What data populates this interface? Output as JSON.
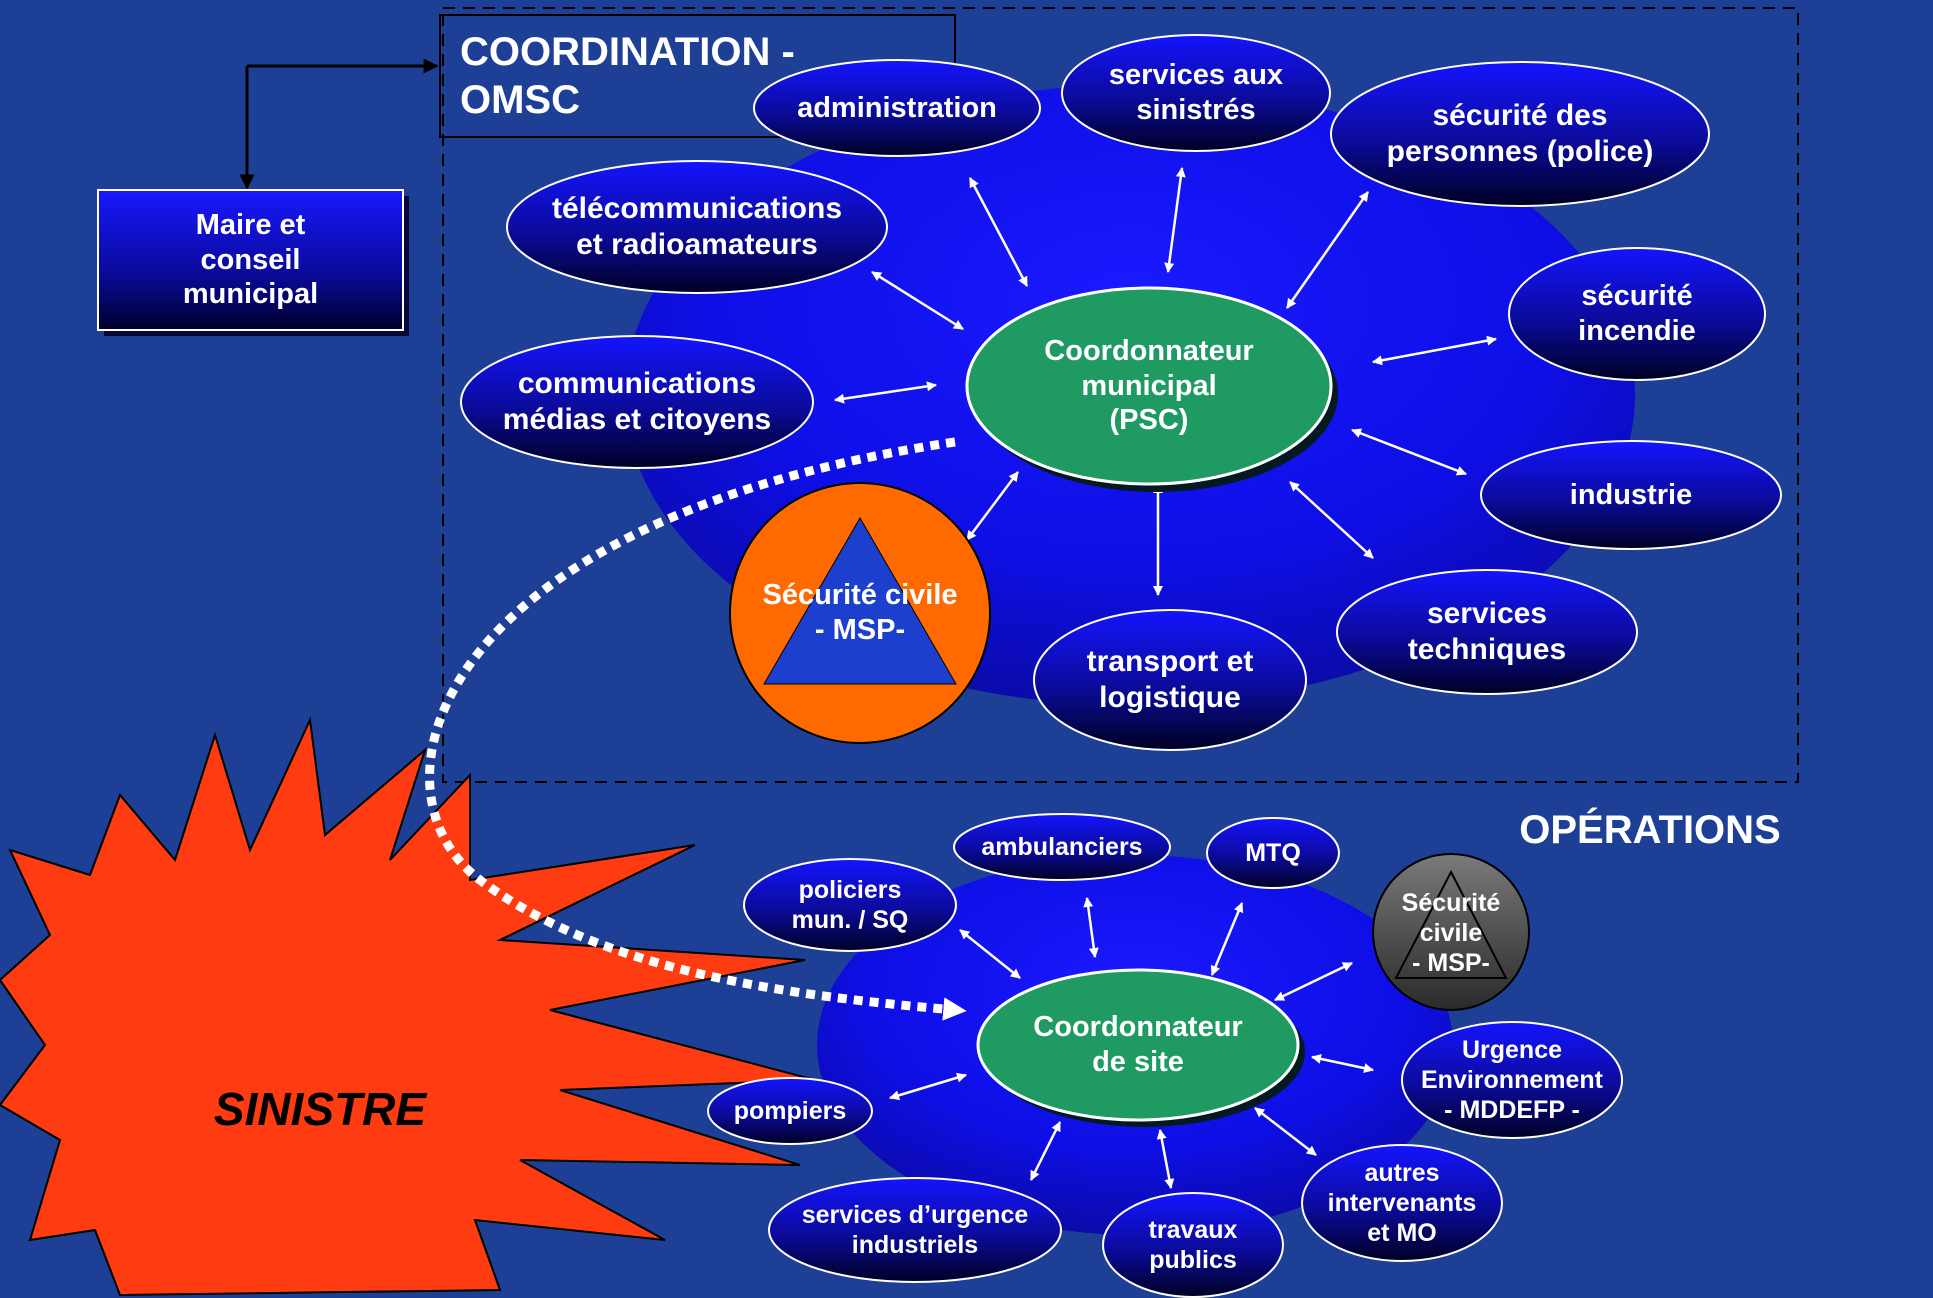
{
  "title": {
    "line1": "COORDINATION  -",
    "line2": "OMSC"
  },
  "mayor": {
    "line1": "Maire et",
    "line2": "conseil",
    "line3": "municipal"
  },
  "municipal_coordinator": {
    "line1": "Coordonnateur",
    "line2": "municipal",
    "line3": "(PSC)"
  },
  "coordination_services": {
    "administration": {
      "line1": "administration"
    },
    "victims": {
      "line1": "services aux",
      "line2": "sinistrés"
    },
    "police": {
      "line1": "sécurité des",
      "line2": "personnes (police)"
    },
    "telecom": {
      "line1": "télécommunications",
      "line2": "et radioamateurs"
    },
    "fire": {
      "line1": "sécurité",
      "line2": "incendie"
    },
    "media": {
      "line1": "communications",
      "line2": "médias et citoyens"
    },
    "industry": {
      "line1": "industrie"
    },
    "technical": {
      "line1": "services",
      "line2": "techniques"
    },
    "transport": {
      "line1": "transport et",
      "line2": "logistique"
    }
  },
  "civil_security_large": {
    "line1": "Sécurité civile",
    "line2": "- MSP-"
  },
  "operations_label": "OPÉRATIONS",
  "disaster_label": "SINISTRE",
  "site_coordinator": {
    "line1": "Coordonnateur",
    "line2": "de site"
  },
  "site_services": {
    "ambulance": {
      "line1": "ambulanciers"
    },
    "mtq": {
      "line1": "MTQ"
    },
    "police_sq": {
      "line1": "policiers",
      "line2": "mun. / SQ"
    },
    "firefighters": {
      "line1": "pompiers"
    },
    "industrial": {
      "line1": "services d’urgence",
      "line2": "industriels"
    },
    "public_works": {
      "line1": "travaux",
      "line2": "publics"
    },
    "others": {
      "line1": "autres",
      "line2": "intervenants",
      "line3": "et  MO"
    },
    "environment": {
      "line1": "Urgence",
      "line2": "Environnement",
      "line3": "- MDDEFP -"
    }
  },
  "civil_security_small": {
    "line1": "Sécurité",
    "line2": "civile",
    "line3": "- MSP-"
  },
  "colors": {
    "background": "#1e3f96",
    "service_node": "#1010e8",
    "coordinator": "#1e9a62",
    "disaster": "#ff3b12",
    "civil_security": "#ff6a00"
  }
}
